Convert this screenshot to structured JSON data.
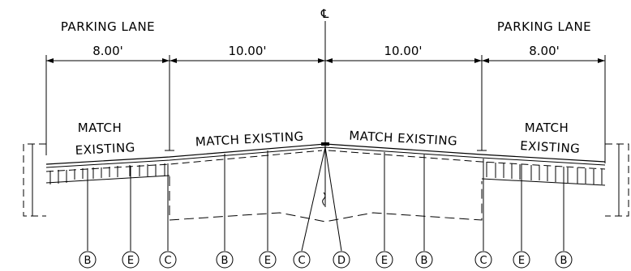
{
  "centerline_symbol": "℄",
  "lanes": {
    "left_label": "PARKING LANE",
    "right_label": "PARKING LANE"
  },
  "dimensions": [
    "8.00'",
    "10.00'",
    "10.00'",
    "8.00'"
  ],
  "match_labels": {
    "left_line1": "MATCH",
    "left_line2": "EXISTING",
    "center_left": "MATCH EXISTING",
    "center_right": "MATCH EXISTING",
    "right_line1": "MATCH",
    "right_line2": "EXISTING"
  },
  "callouts": [
    "B",
    "E",
    "C",
    "B",
    "E",
    "C",
    "D",
    "E",
    "B",
    "C",
    "E",
    "B"
  ]
}
